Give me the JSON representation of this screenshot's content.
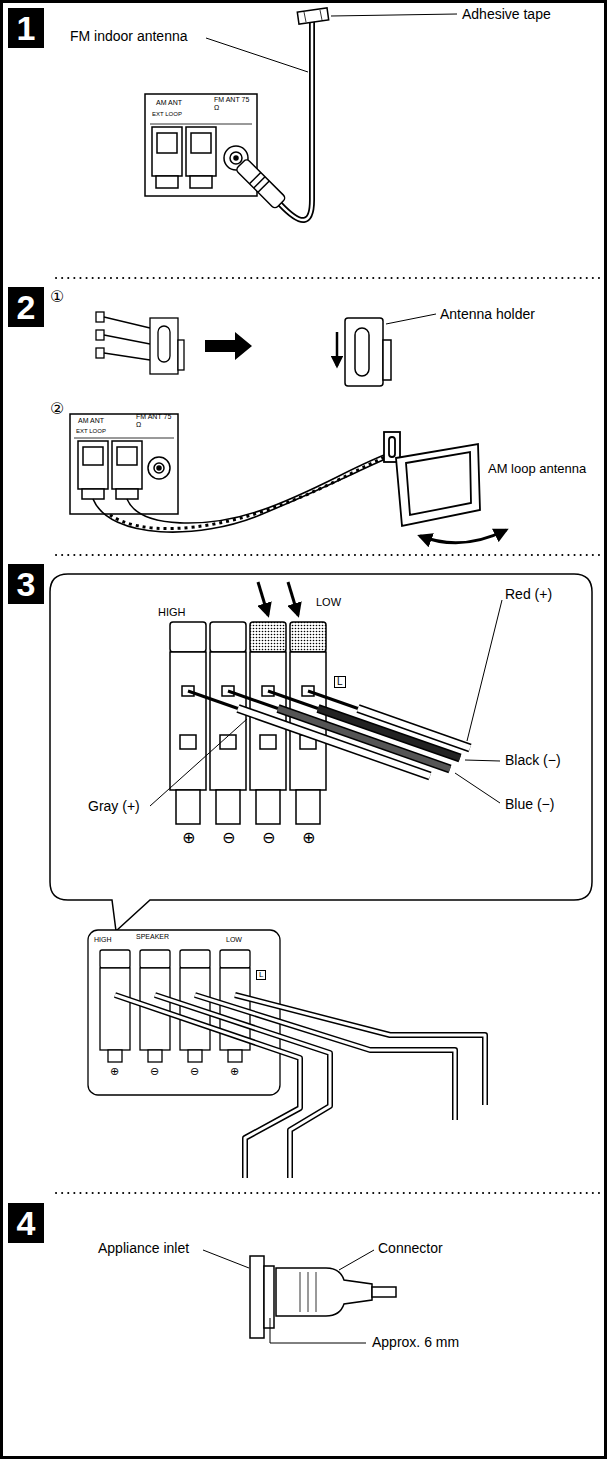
{
  "diagram": {
    "nodes": [
      {
        "text": [
          "1"
        ]
      },
      {
        "text": [
          "2"
        ]
      },
      {
        "text": [
          "3"
        ]
      },
      {
        "text": [
          "4"
        ]
      }
    ],
    "labels": [
      "Adhesive tape",
      "FM indoor antenna",
      "AM ANT",
      "FM ANT 75 Ω",
      "EXT LOOP",
      "①",
      "Antenna holder",
      "②",
      "AM ANT",
      "FM ANT 75 Ω",
      "EXT LOOP",
      "AM loop antenna",
      "HIGH",
      "LOW",
      "Red (+)",
      "L",
      "Black (−)",
      "Gray (+)",
      "Blue (−)",
      "⊕",
      "⊖",
      "⊖",
      "⊕",
      "HIGH",
      "SPEAKER",
      "LOW",
      "L",
      "⊕",
      "⊖",
      "⊖",
      "⊕",
      "Appliance inlet",
      "Connector",
      "Approx. 6 mm"
    ]
  }
}
